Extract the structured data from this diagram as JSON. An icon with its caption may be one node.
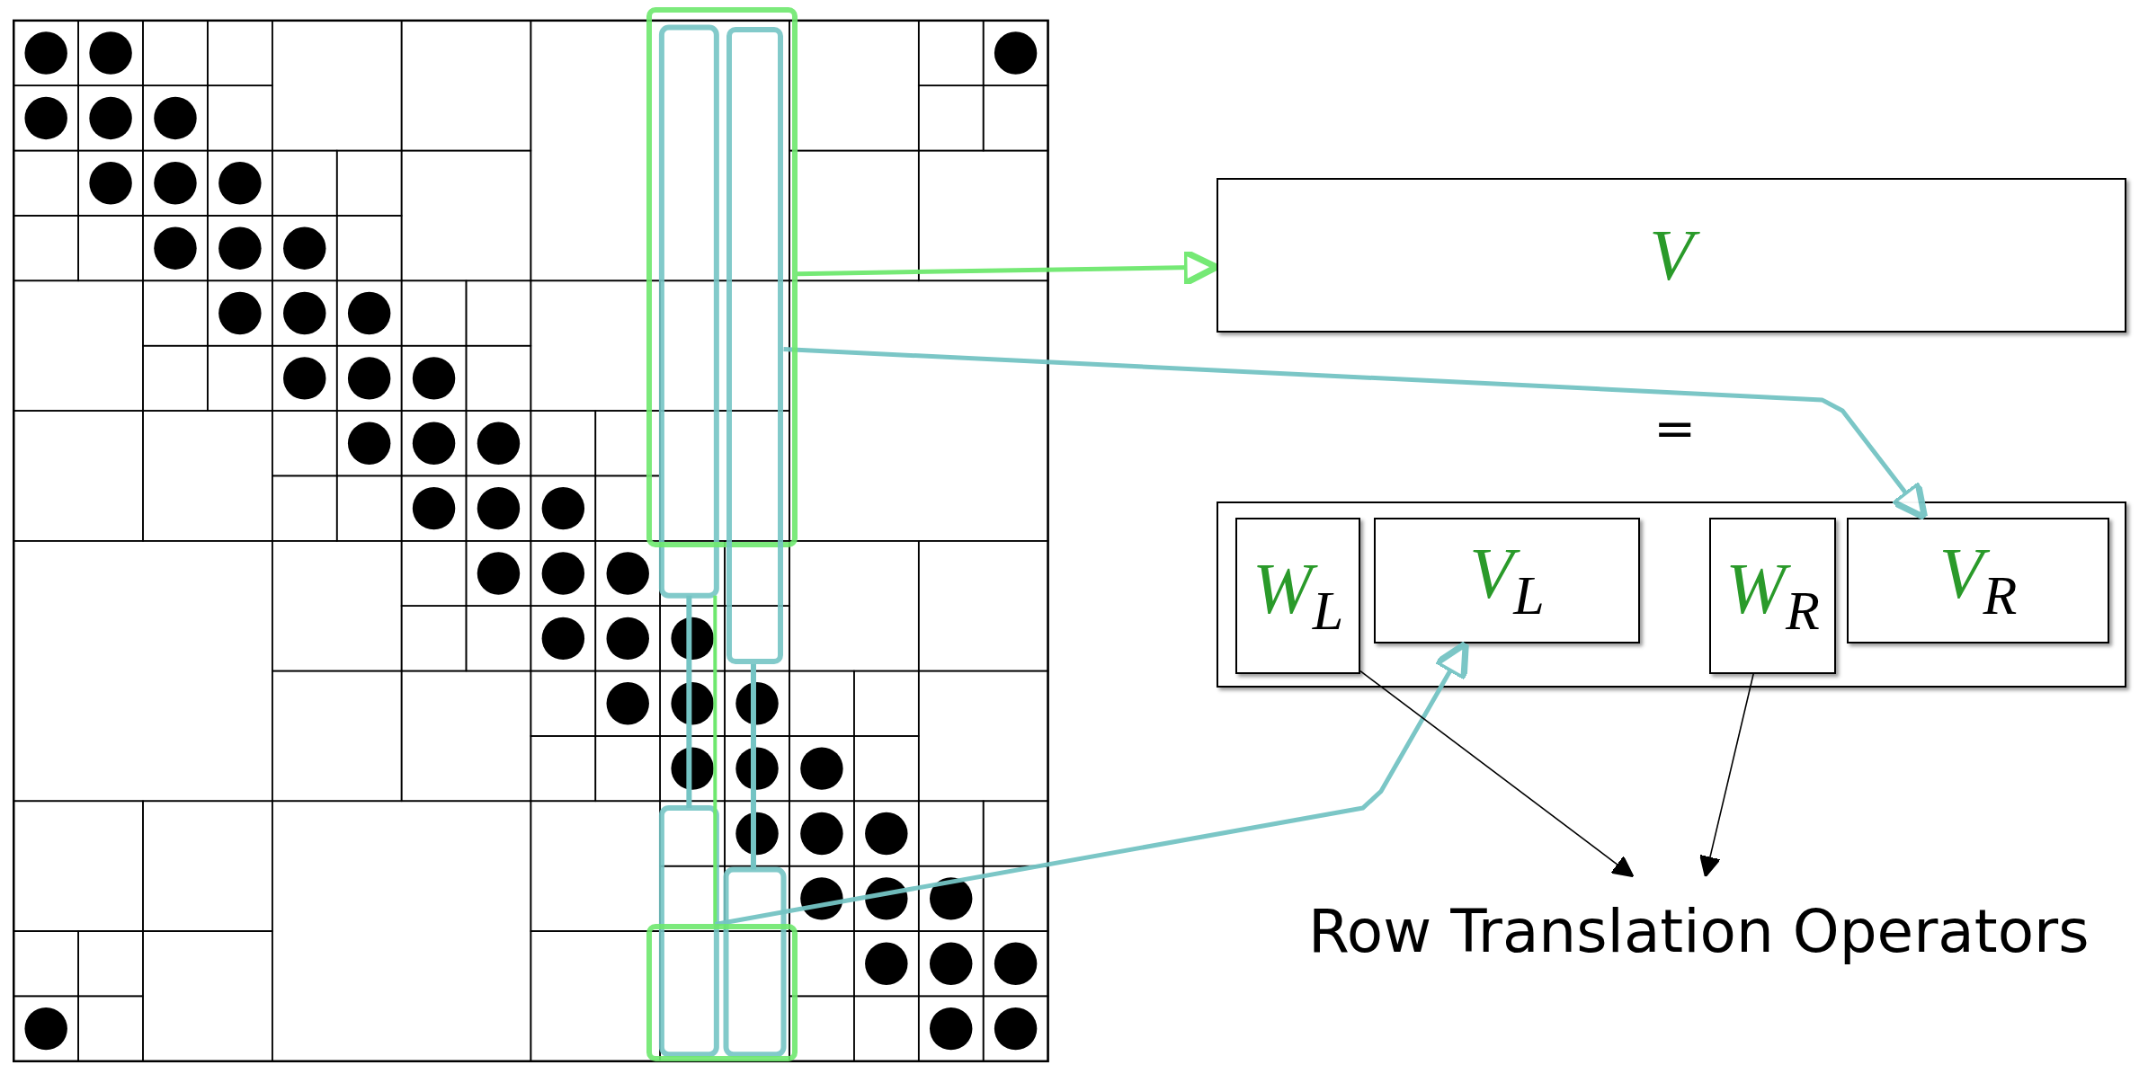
{
  "diagram": {
    "nodes": [
      {
        "text": [
          "V"
        ]
      },
      {
        "text": [],
        "shape": "box"
      },
      {
        "text": [
          "W$_{L}$"
        ],
        "in": 1
      },
      {
        "text": [
          "V$_{L}$"
        ],
        "in": 1
      },
      {
        "text": [
          "W$_{R}$"
        ],
        "in": 1
      },
      {
        "text": [
          "V$_{R}$"
        ],
        "in": 1
      },
      {
        "text": [
          "Row Translation Operators"
        ]
      },
      {
        "text": [],
        "shape": "box"
      },
      {
        "text": [],
        "shape": "box"
      },
      {
        "text": [],
        "shape": "box"
      }
    ],
    "edges": [
      {
        "from": 7,
        "to": 0,
        "arrow": "to",
        "color": "#6ee86e"
      },
      {
        "from": 8,
        "to": 5,
        "arrow": "to",
        "color": "#74c4c4"
      },
      {
        "from": 9,
        "to": 3,
        "arrow": "to",
        "color": "#74c4c4"
      },
      {
        "from": 2,
        "to": 6,
        "arrow": "to",
        "color": "#000000"
      },
      {
        "from": 4,
        "to": 6,
        "arrow": "to",
        "color": "#000000"
      }
    ],
    "labels": [
      "="
    ]
  }
}
